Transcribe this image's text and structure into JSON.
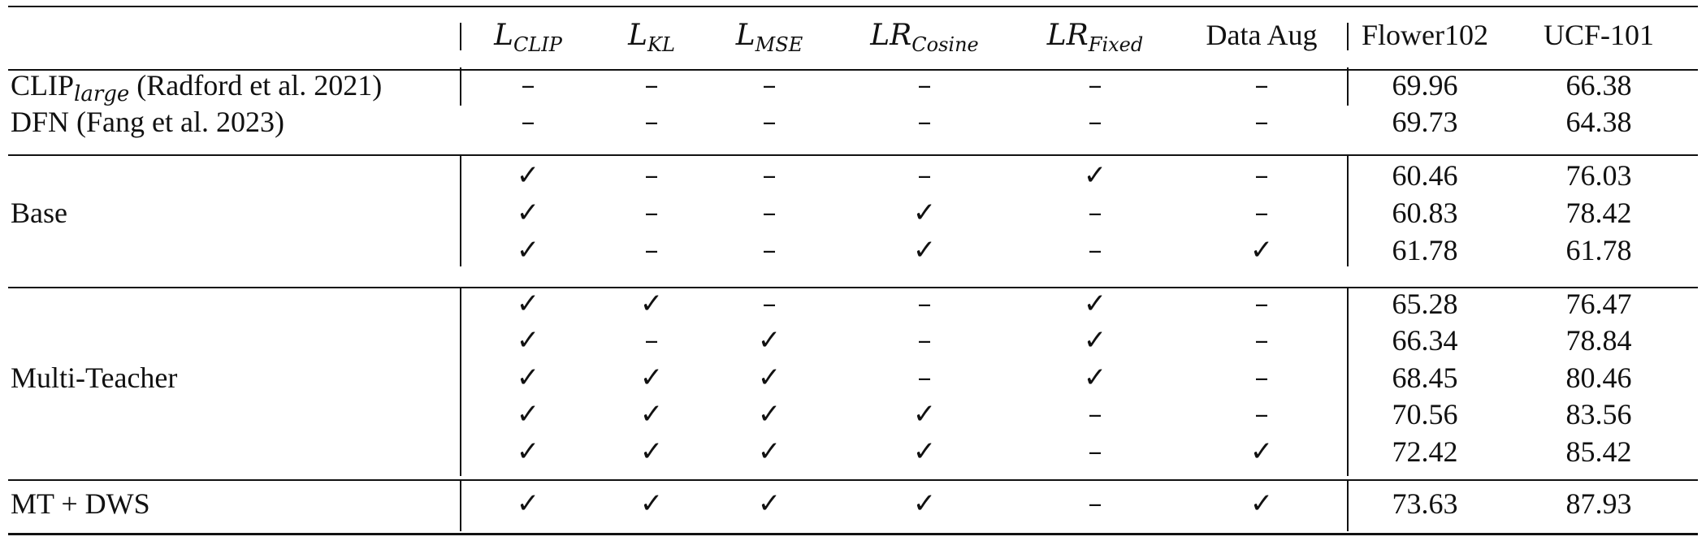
{
  "columns": [
    {
      "base": "L",
      "sub": "CLIP",
      "math": true
    },
    {
      "base": "L",
      "sub": "KL",
      "math": true
    },
    {
      "base": "L",
      "sub": "MSE",
      "math": true
    },
    {
      "base": "LR",
      "sub": "Cosine",
      "math": true
    },
    {
      "base": "LR",
      "sub": "Fixed",
      "math": true
    },
    {
      "base": "Data Aug",
      "sub": "",
      "math": false
    },
    {
      "base": "Flower102",
      "sub": "",
      "math": false
    },
    {
      "base": "UCF-101",
      "sub": "",
      "math": false
    }
  ],
  "groups": [
    {
      "label": null,
      "rows": [
        {
          "label": {
            "pre": "CLIP",
            "sub": "large",
            "post": " (Radford et al. 2021)"
          },
          "marks": [
            "–",
            "–",
            "–",
            "–",
            "–",
            "–"
          ],
          "scores": [
            "69.96",
            "66.38"
          ]
        },
        {
          "label": {
            "pre": "DFN (Fang et al. 2023)",
            "sub": "",
            "post": ""
          },
          "marks": [
            "–",
            "–",
            "–",
            "–",
            "–",
            "–"
          ],
          "scores": [
            "69.73",
            "64.38"
          ]
        }
      ]
    },
    {
      "label": "Base",
      "rows": [
        {
          "marks": [
            "✓",
            "–",
            "–",
            "–",
            "✓",
            "–"
          ],
          "scores": [
            "60.46",
            "76.03"
          ]
        },
        {
          "marks": [
            "✓",
            "–",
            "–",
            "✓",
            "–",
            "–"
          ],
          "scores": [
            "60.83",
            "78.42"
          ]
        },
        {
          "marks": [
            "✓",
            "–",
            "–",
            "✓",
            "–",
            "✓"
          ],
          "scores": [
            "61.78",
            "61.78"
          ]
        }
      ]
    },
    {
      "label": "Multi-Teacher",
      "rows": [
        {
          "marks": [
            "✓",
            "✓",
            "–",
            "–",
            "✓",
            "–"
          ],
          "scores": [
            "65.28",
            "76.47"
          ]
        },
        {
          "marks": [
            "✓",
            "–",
            "✓",
            "–",
            "✓",
            "–"
          ],
          "scores": [
            "66.34",
            "78.84"
          ]
        },
        {
          "marks": [
            "✓",
            "✓",
            "✓",
            "–",
            "✓",
            "–"
          ],
          "scores": [
            "68.45",
            "80.46"
          ]
        },
        {
          "marks": [
            "✓",
            "✓",
            "✓",
            "✓",
            "–",
            "–"
          ],
          "scores": [
            "70.56",
            "83.56"
          ]
        },
        {
          "marks": [
            "✓",
            "✓",
            "✓",
            "✓",
            "–",
            "✓"
          ],
          "scores": [
            "72.42",
            "85.42"
          ]
        }
      ]
    },
    {
      "label": "MT + DWS",
      "rows": [
        {
          "marks": [
            "✓",
            "✓",
            "✓",
            "✓",
            "–",
            "✓"
          ],
          "scores": [
            "73.63",
            "87.93"
          ]
        }
      ]
    }
  ]
}
